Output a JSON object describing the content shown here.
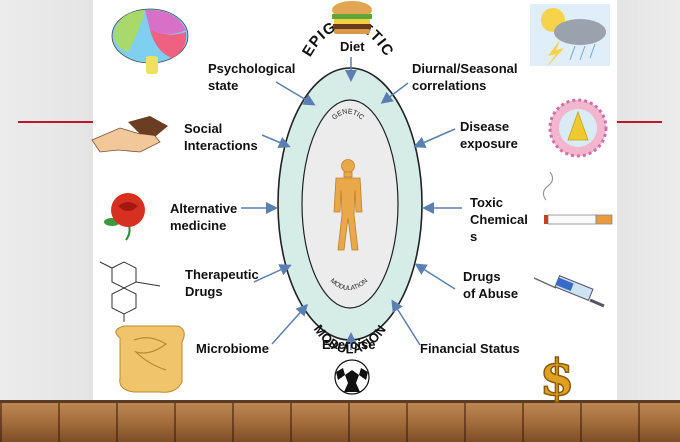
{
  "factors": {
    "diet": "Diet",
    "psychological": "Psychological\nstate",
    "diurnal": "Diurnal/Seasonal\ncorrelations",
    "social": "Social\nInteractions",
    "disease": "Disease\nexposure",
    "alternative": "Alternative\nmedicine",
    "toxic": "Toxic\nChemical\ns",
    "therapeutic": "Therapeutic\nDrugs",
    "abuse": "Drugs\nof Abuse",
    "microbiome": "Microbiome",
    "exercise": "Exercise",
    "financial": "Financial Status"
  },
  "center": {
    "outer_top": "EPIGENETIC",
    "outer_bottom": "MODULATION",
    "inner_top": "GENETIC",
    "inner_bottom": "MODULATION"
  },
  "icons": [
    "brain-icon",
    "burger-icon",
    "weather-icon",
    "handshake-icon",
    "virus-icon",
    "rose-icon",
    "cigarette-icon",
    "molecule-icon",
    "syringe-icon",
    "intestine-icon",
    "soccer-ball-icon",
    "dollar-icon"
  ],
  "colors": {
    "arrow": "#5b7fb0",
    "outer_ring": "#d6ece6",
    "inner_oval": "#ececec",
    "figure": "#e9a94a",
    "accent_line": "#c0162a"
  }
}
